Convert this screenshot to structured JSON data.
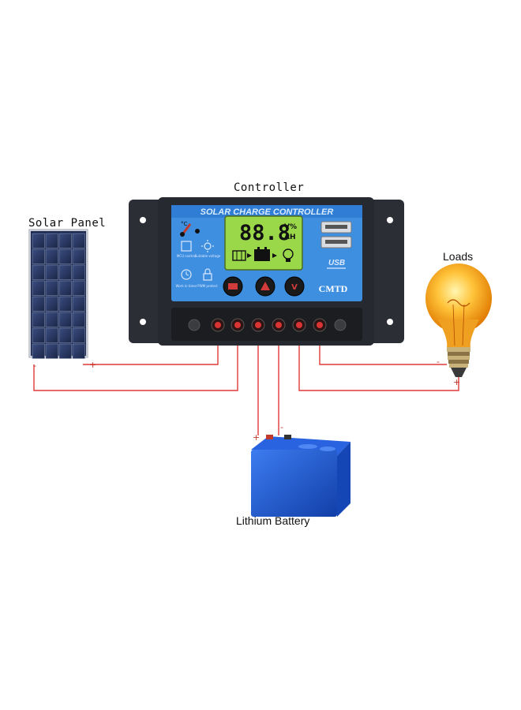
{
  "labels": {
    "controller": "Controller",
    "solar_panel": "Solar Panel",
    "loads": "Loads",
    "battery": "Lithium Battery"
  },
  "controller": {
    "header_text": "SOLAR CHARGE CONTROLLER",
    "lcd_digits": "88.8",
    "lcd_unit_top": "V%",
    "lcd_unit_bottom": "AH",
    "brand": "CMTD",
    "usb_label": "USB",
    "icon_labels": [
      "MCU control",
      "Suitable voltage",
      "Work in timer",
      "PWM protect"
    ],
    "panel_color": "#3f8fe0",
    "body_color": "#262a30"
  },
  "polarity": {
    "solar_negative": "-",
    "solar_positive": "+",
    "battery_positive": "+",
    "battery_negative": "-",
    "load_negative": "-",
    "load_positive": "+"
  },
  "colors": {
    "wire": "#e03a3a",
    "battery": "#1e5bd6",
    "bulb": "#f6a418"
  }
}
